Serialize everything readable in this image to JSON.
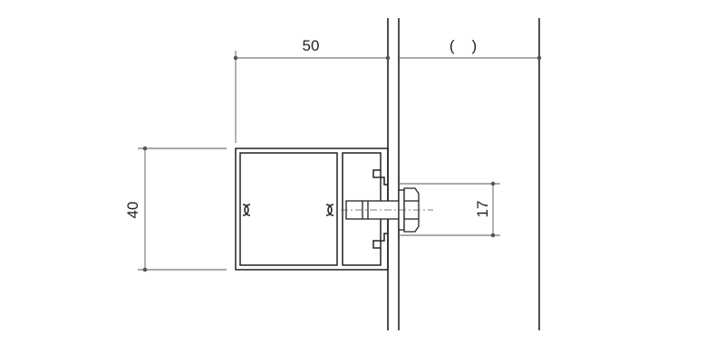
{
  "diagram": {
    "dimension_width": "50",
    "dimension_height": "40",
    "dimension_bolt": "17",
    "dimension_open": "(    )"
  },
  "colors": {
    "line": "#222222",
    "thin_line": "#555555"
  }
}
